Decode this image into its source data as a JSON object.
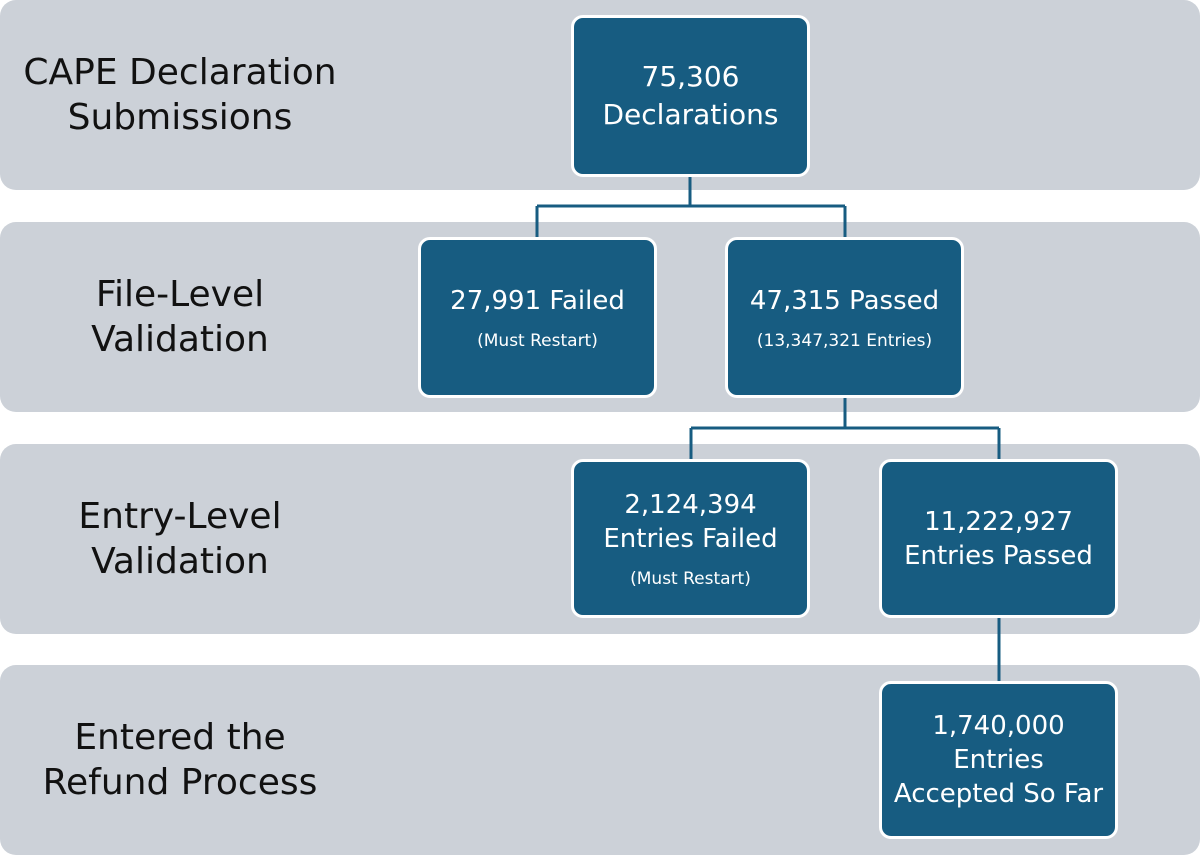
{
  "stages": [
    {
      "label_lines": [
        "CAPE Declaration",
        "Submissions"
      ]
    },
    {
      "label_lines": [
        "File-Level",
        "Validation"
      ]
    },
    {
      "label_lines": [
        "Entry-Level",
        "Validation"
      ]
    },
    {
      "label_lines": [
        "Entered the",
        "Refund Process"
      ]
    }
  ],
  "nodes": {
    "declarations": {
      "lines": [
        "75,306",
        "Declarations"
      ]
    },
    "file_failed": {
      "lines": [
        "27,991 Failed"
      ],
      "note": "(Must Restart)"
    },
    "file_passed": {
      "lines": [
        "47,315 Passed"
      ],
      "note": "(13,347,321 Entries)"
    },
    "entries_failed": {
      "lines": [
        "2,124,394",
        "Entries Failed"
      ],
      "note": "(Must Restart)"
    },
    "entries_passed": {
      "lines": [
        "11,222,927",
        "Entries Passed"
      ]
    },
    "accepted": {
      "lines": [
        "1,740,000",
        "Entries",
        "Accepted So Far"
      ]
    }
  },
  "colors": {
    "band": "#ccd1d8",
    "node_fill": "#175c81",
    "node_border": "#ffffff",
    "connector": "#175c81",
    "label_text": "#111111"
  }
}
